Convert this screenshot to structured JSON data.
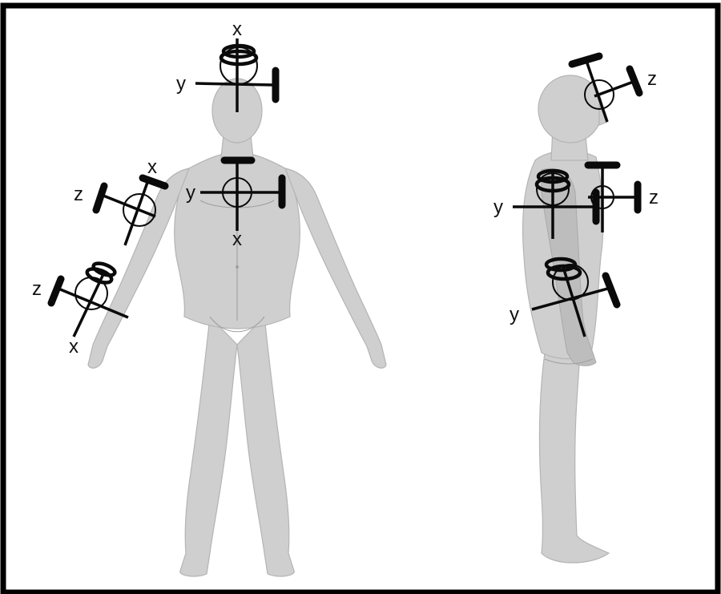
{
  "axis_labels": {
    "head_front": {
      "x": "x",
      "y": "y"
    },
    "chest_front": {
      "y": "y",
      "x": "x"
    },
    "upper_arm_front": {
      "z": "z",
      "x": "x"
    },
    "forearm_front": {
      "z": "z",
      "x": "x"
    },
    "head_side": {
      "z": "z"
    },
    "torso_side": {
      "y": "y",
      "z": "z"
    },
    "pelvis_side": {
      "y": "y"
    }
  },
  "colors": {
    "background": "#ffffff",
    "border": "#000000",
    "body": "#cfcfcf",
    "markers": "#0a0a0a"
  },
  "icons": [
    "sensor-axis-icon"
  ]
}
